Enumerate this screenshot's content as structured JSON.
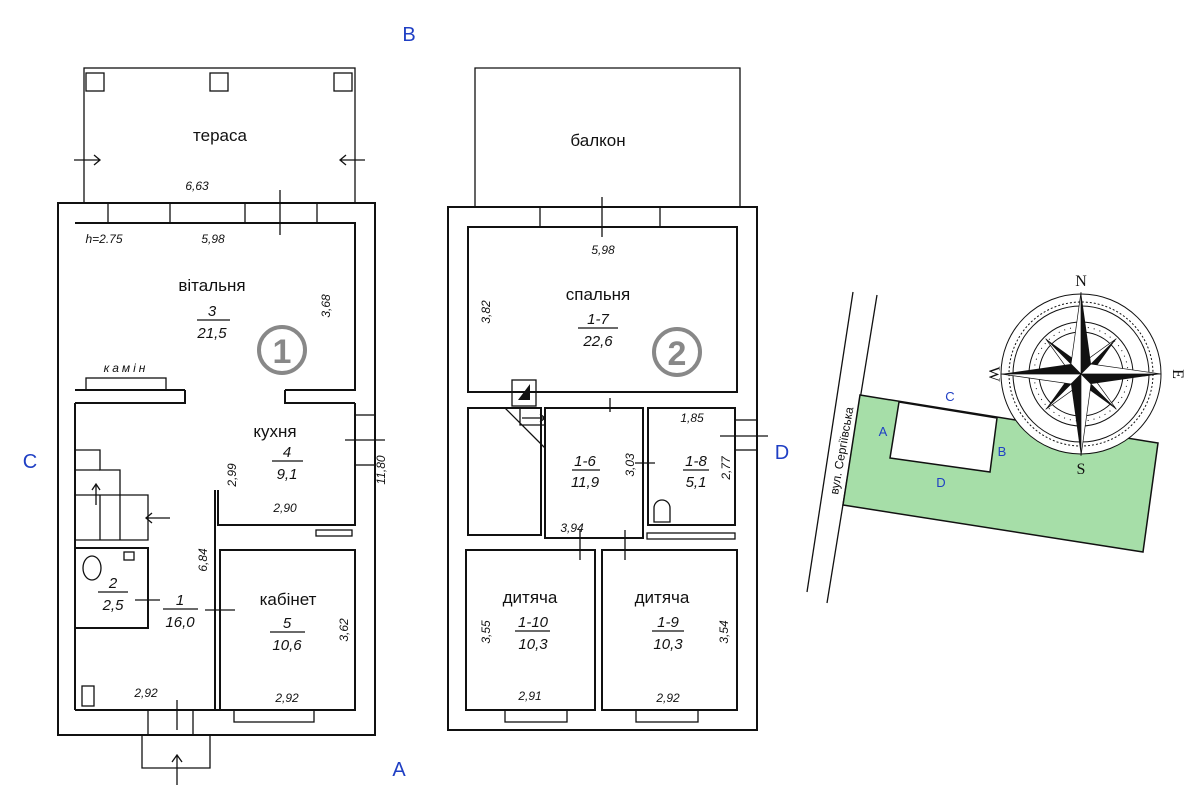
{
  "side_labels": {
    "A": "A",
    "B": "B",
    "C": "C",
    "D": "D"
  },
  "floor1": {
    "badge": "1",
    "ceiling_height": "h=2.75",
    "terrace": {
      "label": "тераса",
      "width": "6,63"
    },
    "living": {
      "label": "вітальня",
      "number": "3",
      "area": "21,5",
      "width": "5,98",
      "depth": "3,68",
      "fireplace": "камін"
    },
    "kitchen": {
      "label": "кухня",
      "number": "4",
      "area": "9,1",
      "depth": "2,99",
      "width": "2,90"
    },
    "overall_length": "11,80",
    "bathroom": {
      "number": "2",
      "area": "2,5"
    },
    "hall": {
      "number": "1",
      "area": "16,0",
      "depth": "6,84",
      "width": "2,92"
    },
    "office": {
      "label": "кабінет",
      "number": "5",
      "area": "10,6",
      "depth": "3,62",
      "width": "2,92"
    }
  },
  "floor2": {
    "badge": "2",
    "balcony": {
      "label": "балкон"
    },
    "bedroom": {
      "label": "спальня",
      "number": "1-7",
      "area": "22,6",
      "width": "5,98",
      "depth": "3,82"
    },
    "hall": {
      "number": "1-6",
      "area": "11,9",
      "depth": "3,03",
      "width": "3,94"
    },
    "bathroom": {
      "number": "1-8",
      "area": "5,1",
      "width": "1,85",
      "depth": "2,77"
    },
    "kids1": {
      "label": "дитяча",
      "number": "1-10",
      "area": "10,3",
      "depth": "3,55",
      "width": "2,91"
    },
    "kids2": {
      "label": "дитяча",
      "number": "1-9",
      "area": "10,3",
      "depth": "3,54",
      "width": "2,92"
    }
  },
  "site": {
    "street": "вул. Сергіївська",
    "compass": {
      "N": "N",
      "S": "S",
      "E": "E",
      "W": "W"
    },
    "plot_color": "#a6dea8"
  }
}
